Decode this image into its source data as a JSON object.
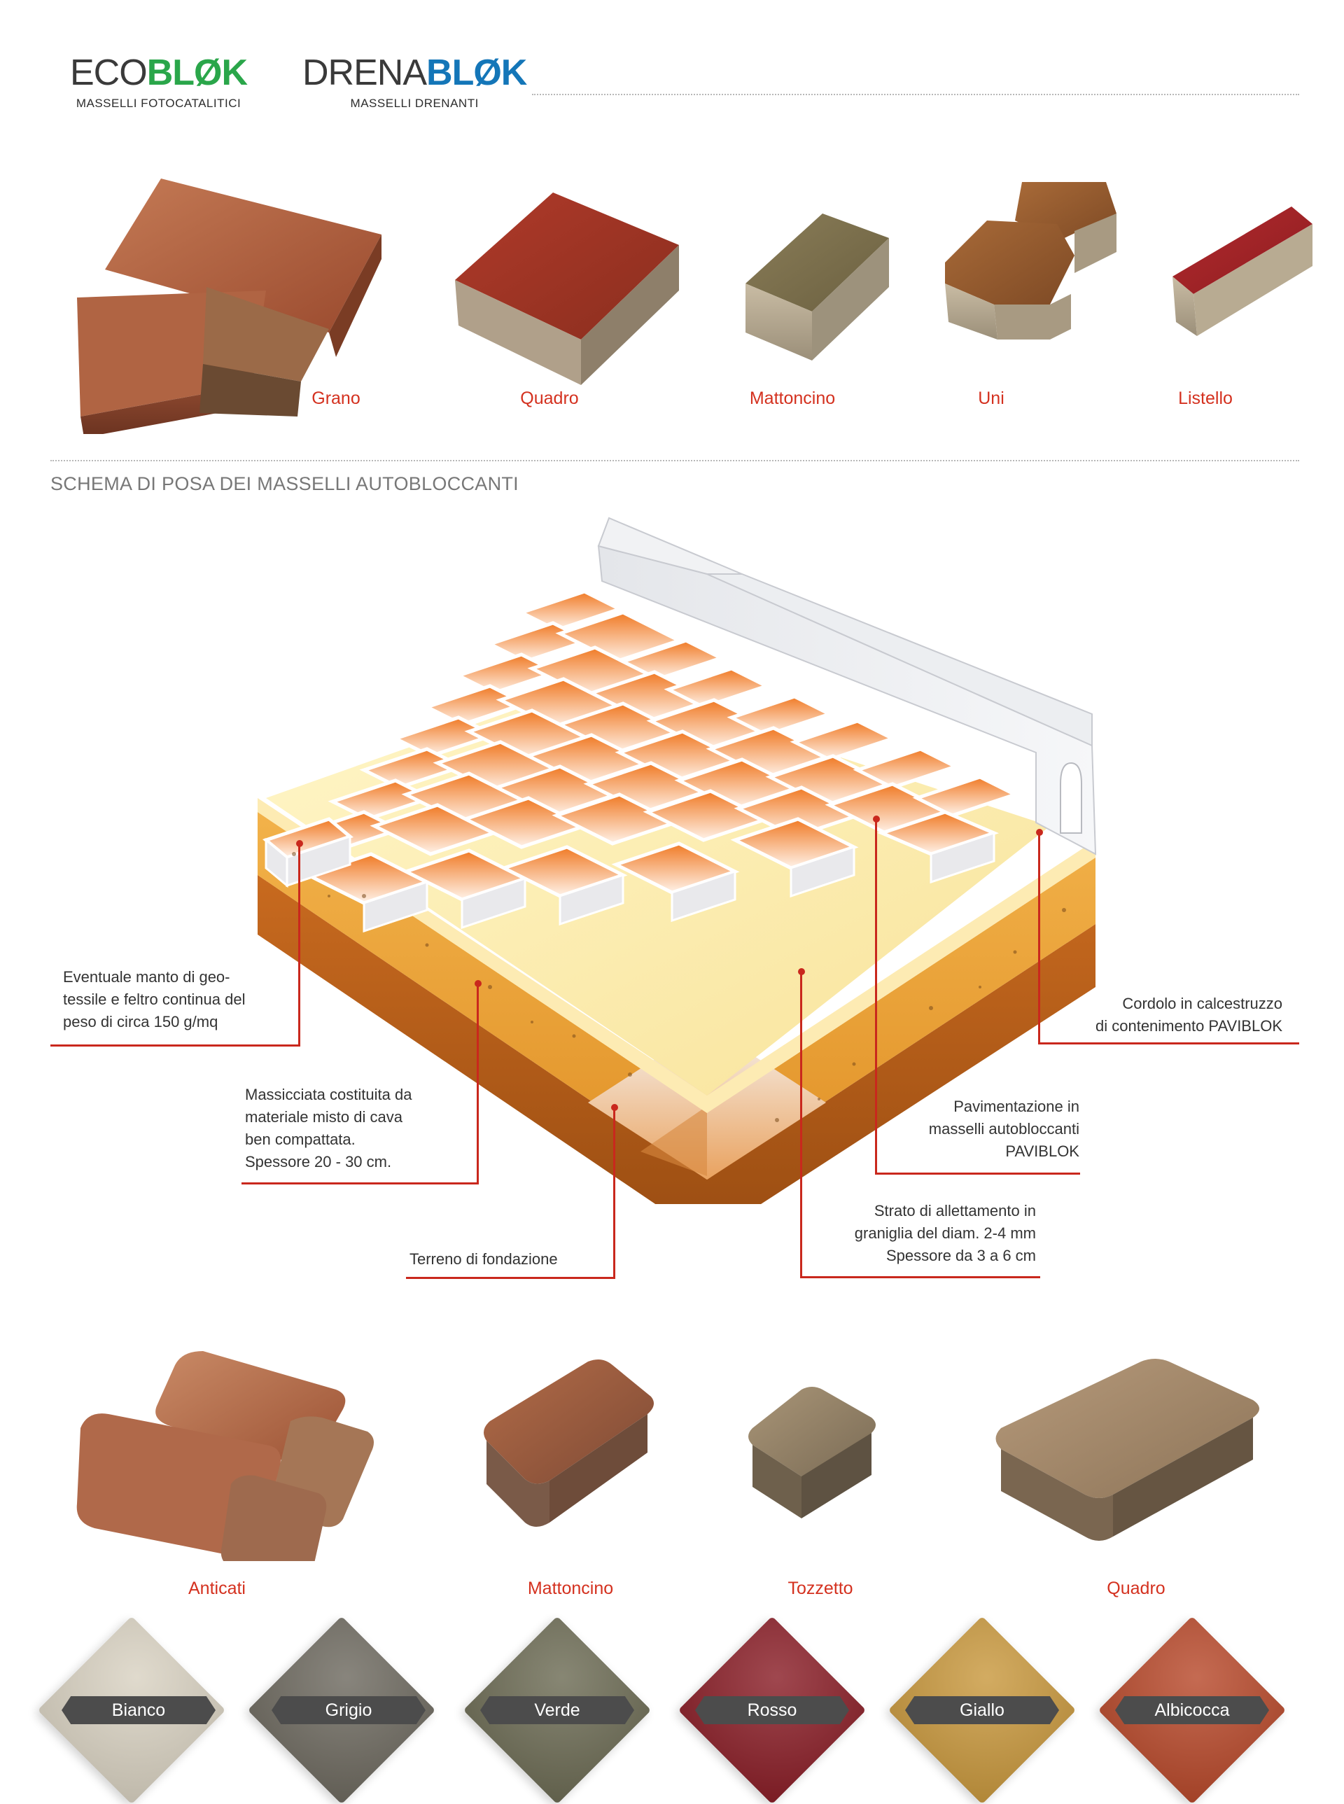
{
  "brands": [
    {
      "part1": "ECO",
      "part2": "BLØK",
      "accent": "#2aa64a",
      "subtitle": "MASSELLI FOTOCATALITICI"
    },
    {
      "part1": "DRENA",
      "part2": "BLØK",
      "accent": "#1476b8",
      "subtitle": "MASSELLI DRENANTI"
    }
  ],
  "products_top": [
    "Grano",
    "Quadro",
    "Mattoncino",
    "Uni",
    "Listello"
  ],
  "section_title": "SCHEMA DI POSA DEI MASSELLI AUTOBLOCCANTI",
  "annotations": {
    "geotessile": [
      "Eventuale manto di geo-",
      "tessile e feltro continua del",
      "peso di circa 150 g/mq"
    ],
    "massicciata": [
      "Massicciata costituita da",
      "materiale misto di cava",
      "ben compattata.",
      "Spessore 20 - 30 cm."
    ],
    "terreno": [
      "Terreno di fondazione"
    ],
    "strato": [
      "Strato di allettamento in",
      "graniglia del diam. 2-4 mm",
      "Spessore da 3 a 6 cm"
    ],
    "pavimentazione": [
      "Pavimentazione in",
      "masselli autobloccanti",
      "PAVIBLOK"
    ],
    "cordolo": [
      "Cordolo in calcestruzzo",
      "di contenimento PAVIBLOK"
    ]
  },
  "products_bottom": [
    "Anticati",
    "Mattoncino",
    "Tozzetto",
    "Quadro"
  ],
  "colors": [
    {
      "name": "Bianco",
      "hex": "#d9d2c2"
    },
    {
      "name": "Grigio",
      "hex": "#6e6a60"
    },
    {
      "name": "Verde",
      "hex": "#6d6c55"
    },
    {
      "name": "Rosso",
      "hex": "#8a1f28"
    },
    {
      "name": "Giallo",
      "hex": "#c9993f"
    },
    {
      "name": "Albicocca",
      "hex": "#b84a2c"
    }
  ],
  "accent_red": "#d4311f"
}
